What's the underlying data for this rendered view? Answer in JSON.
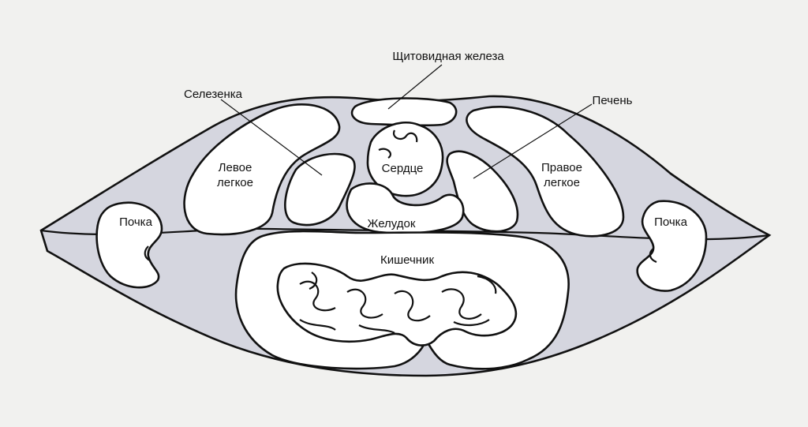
{
  "labels": {
    "thyroid": "Щитовидная железа",
    "spleen": "Селезенка",
    "liver": "Печень",
    "left_lung_1": "Левое",
    "left_lung_2": "легкое",
    "right_lung_1": "Правое",
    "right_lung_2": "легкое",
    "heart": "Сердце",
    "stomach": "Желудок",
    "kidney_left": "Почка",
    "kidney_right": "Почка",
    "intestine": "Кишечник"
  },
  "colors": {
    "body_fill": "#d5d6df",
    "organ_fill": "#ffffff",
    "outline": "#111111",
    "background": "#f1f1ef"
  }
}
